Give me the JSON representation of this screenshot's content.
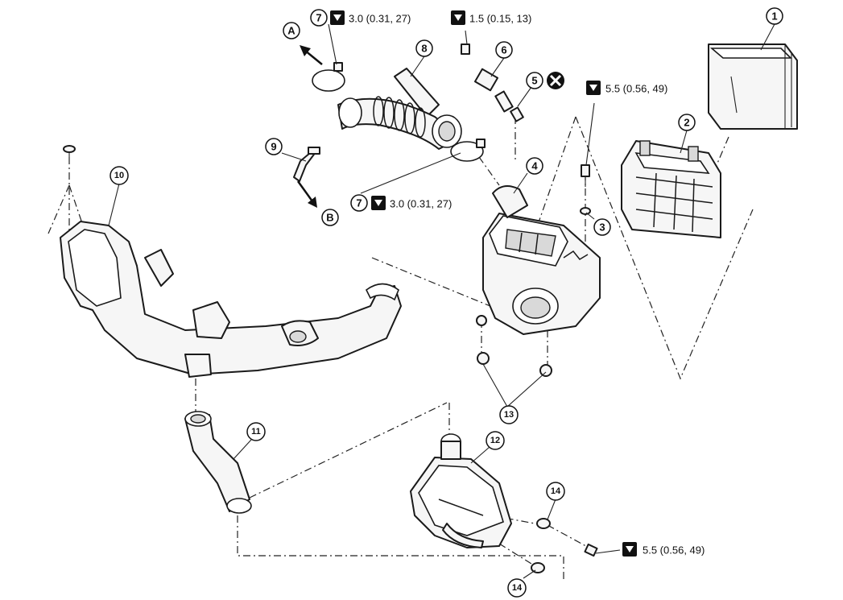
{
  "diagram": {
    "callouts": {
      "c1": "1",
      "c2": "2",
      "c3": "3",
      "c4": "4",
      "c5": "5",
      "c6": "6",
      "c7a": "7",
      "c7b": "7",
      "c8": "8",
      "c9": "9",
      "c10": "10",
      "c11": "11",
      "c12": "12",
      "c13": "13",
      "c14a": "14",
      "c14b": "14"
    },
    "direction_labels": {
      "a": "A",
      "b": "B"
    },
    "torque_specs": {
      "clamp_top": "3.0 (0.31, 27)",
      "clip_top": "1.5 (0.15, 13)",
      "clamp_lower": "3.0 (0.31, 27)",
      "box_bolt": "5.5 (0.56, 49)",
      "resonator_bolt": "5.5 (0.56, 49)"
    },
    "symbols": {
      "torque_icon": "torque-wrench-icon",
      "do_not_reuse_icon": "do-not-reuse-icon"
    }
  }
}
